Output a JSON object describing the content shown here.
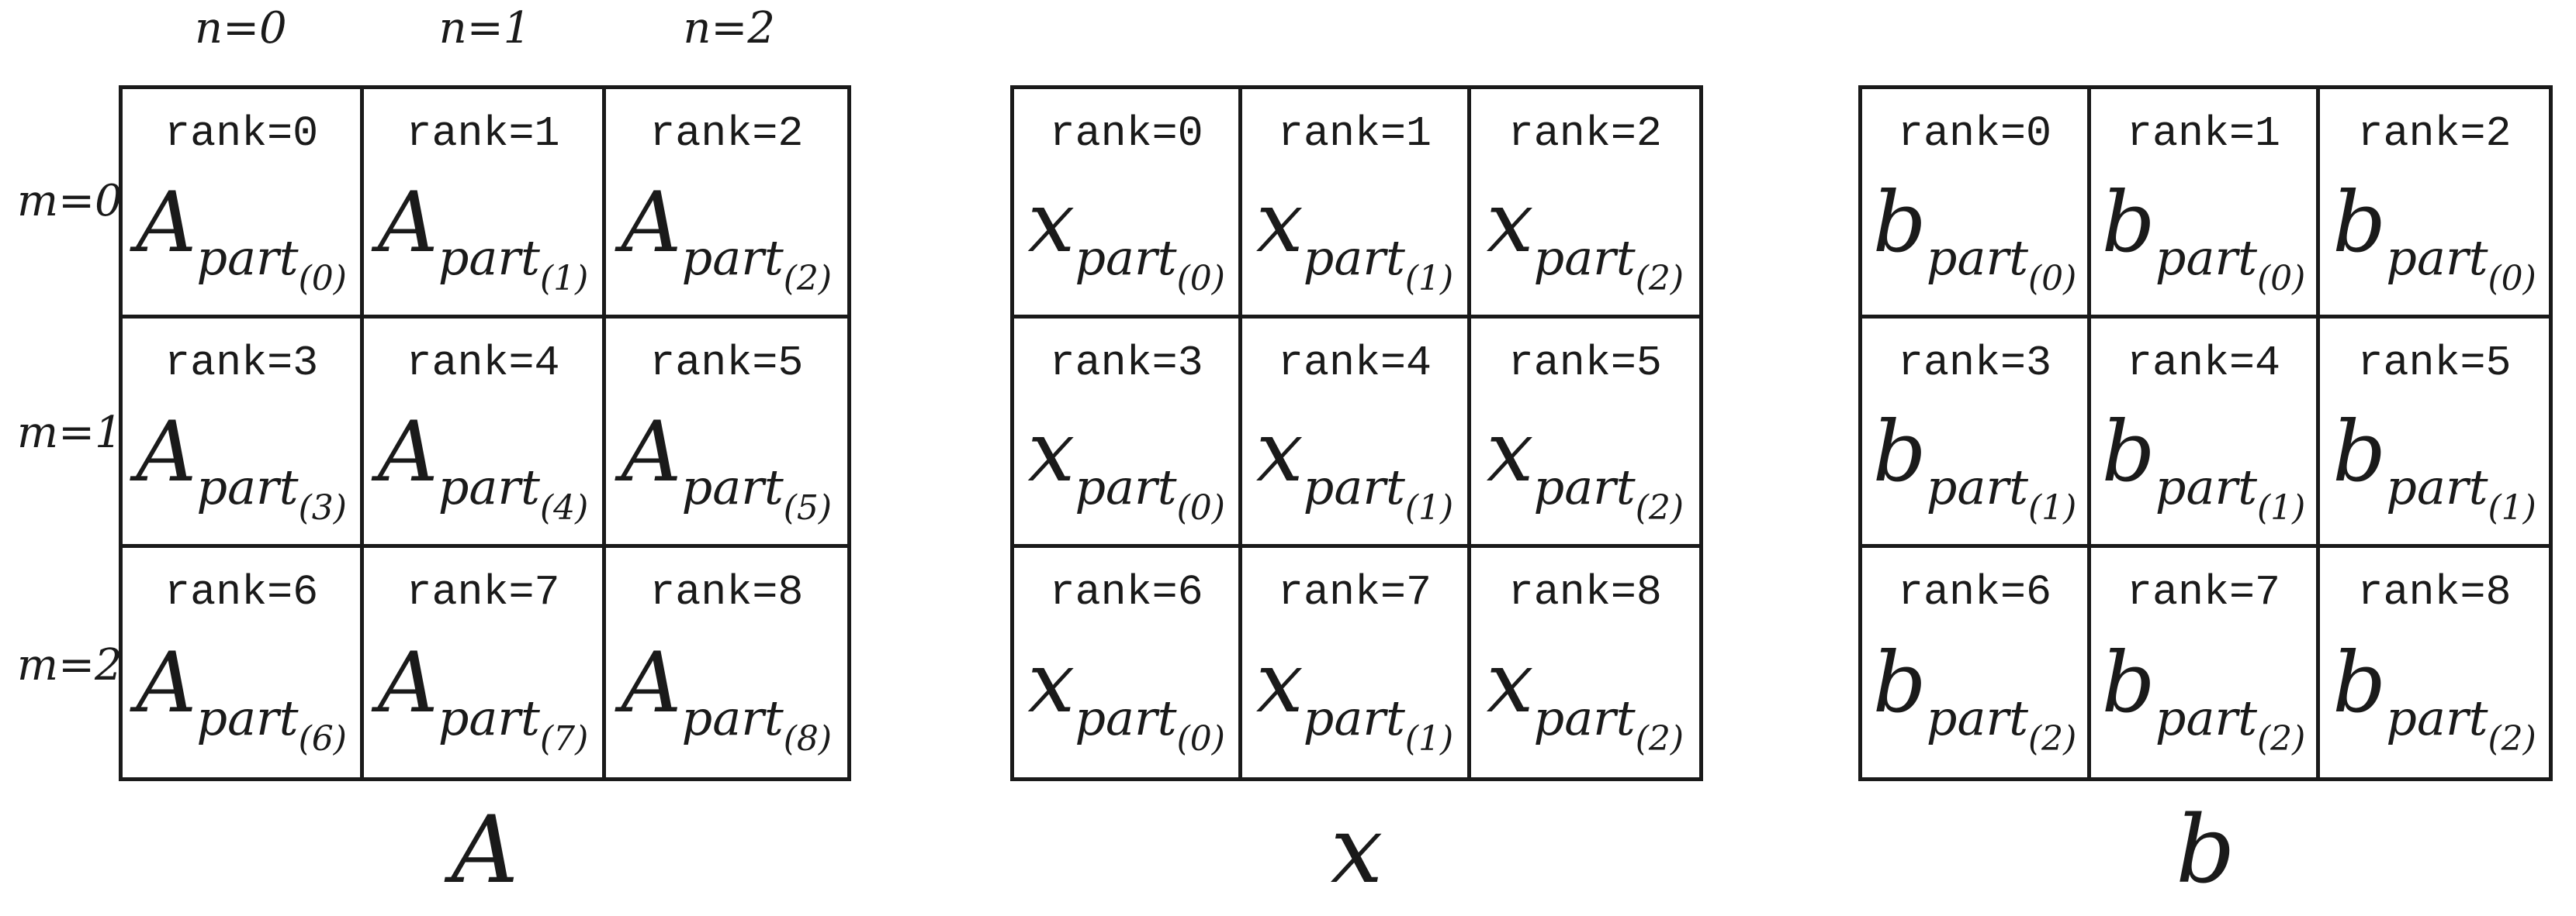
{
  "figure": {
    "colors": {
      "ink": "#1a1a1a",
      "background": "#ffffff"
    },
    "col_headers": [
      "n=0",
      "n=1",
      "n=2"
    ],
    "row_labels": [
      "m=0",
      "m=1",
      "m=2"
    ],
    "grids": [
      {
        "bottom_label": "A",
        "cells": [
          {
            "rank": "rank=0",
            "base": "A",
            "sub": "part",
            "idx": "(0)"
          },
          {
            "rank": "rank=1",
            "base": "A",
            "sub": "part",
            "idx": "(1)"
          },
          {
            "rank": "rank=2",
            "base": "A",
            "sub": "part",
            "idx": "(2)"
          },
          {
            "rank": "rank=3",
            "base": "A",
            "sub": "part",
            "idx": "(3)"
          },
          {
            "rank": "rank=4",
            "base": "A",
            "sub": "part",
            "idx": "(4)"
          },
          {
            "rank": "rank=5",
            "base": "A",
            "sub": "part",
            "idx": "(5)"
          },
          {
            "rank": "rank=6",
            "base": "A",
            "sub": "part",
            "idx": "(6)"
          },
          {
            "rank": "rank=7",
            "base": "A",
            "sub": "part",
            "idx": "(7)"
          },
          {
            "rank": "rank=8",
            "base": "A",
            "sub": "part",
            "idx": "(8)"
          }
        ]
      },
      {
        "bottom_label": "x",
        "cells": [
          {
            "rank": "rank=0",
            "base": "x",
            "sub": "part",
            "idx": "(0)"
          },
          {
            "rank": "rank=1",
            "base": "x",
            "sub": "part",
            "idx": "(1)"
          },
          {
            "rank": "rank=2",
            "base": "x",
            "sub": "part",
            "idx": "(2)"
          },
          {
            "rank": "rank=3",
            "base": "x",
            "sub": "part",
            "idx": "(0)"
          },
          {
            "rank": "rank=4",
            "base": "x",
            "sub": "part",
            "idx": "(1)"
          },
          {
            "rank": "rank=5",
            "base": "x",
            "sub": "part",
            "idx": "(2)"
          },
          {
            "rank": "rank=6",
            "base": "x",
            "sub": "part",
            "idx": "(0)"
          },
          {
            "rank": "rank=7",
            "base": "x",
            "sub": "part",
            "idx": "(1)"
          },
          {
            "rank": "rank=8",
            "base": "x",
            "sub": "part",
            "idx": "(2)"
          }
        ]
      },
      {
        "bottom_label": "b",
        "cells": [
          {
            "rank": "rank=0",
            "base": "b",
            "sub": "part",
            "idx": "(0)"
          },
          {
            "rank": "rank=1",
            "base": "b",
            "sub": "part",
            "idx": "(0)"
          },
          {
            "rank": "rank=2",
            "base": "b",
            "sub": "part",
            "idx": "(0)"
          },
          {
            "rank": "rank=3",
            "base": "b",
            "sub": "part",
            "idx": "(1)"
          },
          {
            "rank": "rank=4",
            "base": "b",
            "sub": "part",
            "idx": "(1)"
          },
          {
            "rank": "rank=5",
            "base": "b",
            "sub": "part",
            "idx": "(1)"
          },
          {
            "rank": "rank=6",
            "base": "b",
            "sub": "part",
            "idx": "(2)"
          },
          {
            "rank": "rank=7",
            "base": "b",
            "sub": "part",
            "idx": "(2)"
          },
          {
            "rank": "rank=8",
            "base": "b",
            "sub": "part",
            "idx": "(2)"
          }
        ]
      }
    ]
  }
}
